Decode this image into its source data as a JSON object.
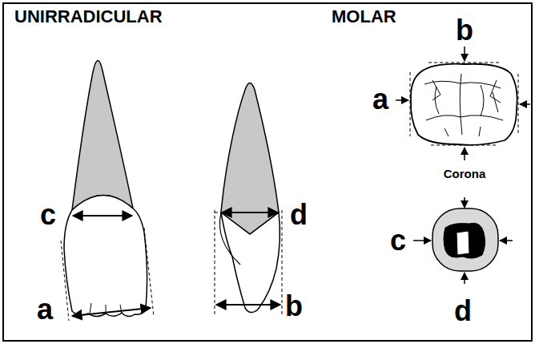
{
  "diagram": {
    "labels": [
      "UNIRRADICULAR",
      "MOLAR",
      "b",
      "a",
      "Corona",
      "c",
      "d",
      "c",
      "a",
      "b",
      "d"
    ]
  }
}
